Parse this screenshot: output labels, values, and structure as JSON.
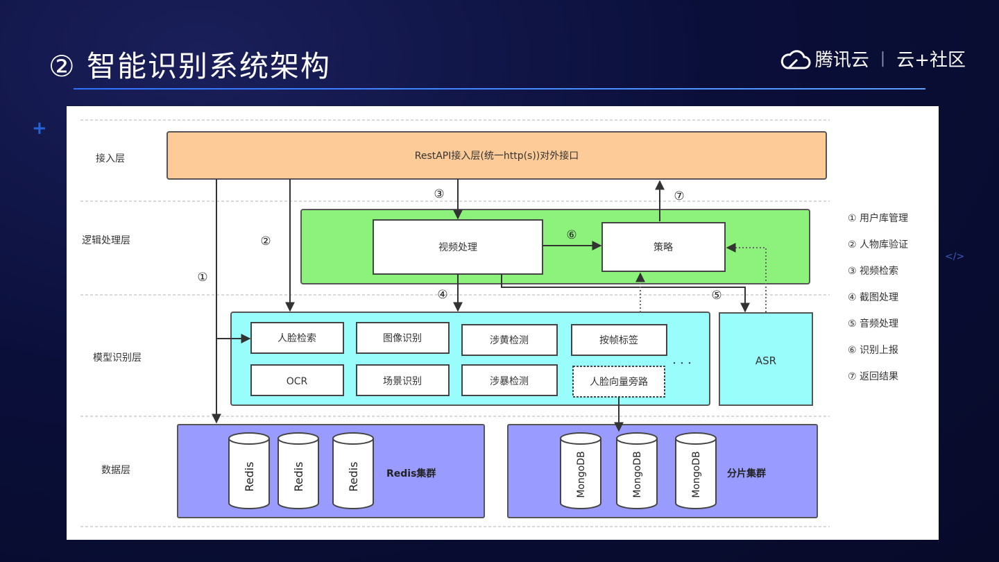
{
  "slide": {
    "title": "② 智能识别系统架构",
    "brand": {
      "name": "腾讯云",
      "sub": "云+社区"
    }
  },
  "diagram": {
    "layers": [
      "接入层",
      "逻辑处理层",
      "模型识别层",
      "数据层"
    ],
    "api_box": "RestAPI接入层(统一http(s))对外接口",
    "video_box": "视频处理",
    "strategy_box": "策略",
    "asr_box": "ASR",
    "model_boxes": [
      "人脸检索",
      "图像识别",
      "涉黄检测",
      "按帧标签",
      "OCR",
      "场景识别",
      "涉暴检测",
      "人脸向量旁路"
    ],
    "ellipsis": "・・・",
    "redis_labels": [
      "Redis",
      "Redis",
      "Redis"
    ],
    "redis_cluster": "Redis集群",
    "mongo_labels": [
      "MongoDB",
      "MongoDB",
      "MongoDB"
    ],
    "mongo_cluster": "分片集群",
    "step_markers": [
      "①",
      "②",
      "③",
      "④",
      "⑤",
      "⑥",
      "⑦"
    ],
    "legend": [
      "① 用户库管理",
      "② 人物库验证",
      "③ 视频检索",
      "④ 截图处理",
      "⑤ 音频处理",
      "⑥ 识别上报",
      "⑦ 返回结果"
    ]
  },
  "colors": {
    "api": "#fccb97",
    "logic": "#8df27c",
    "model": "#99fdfc",
    "data": "#9a9bff",
    "border": "#555555"
  }
}
